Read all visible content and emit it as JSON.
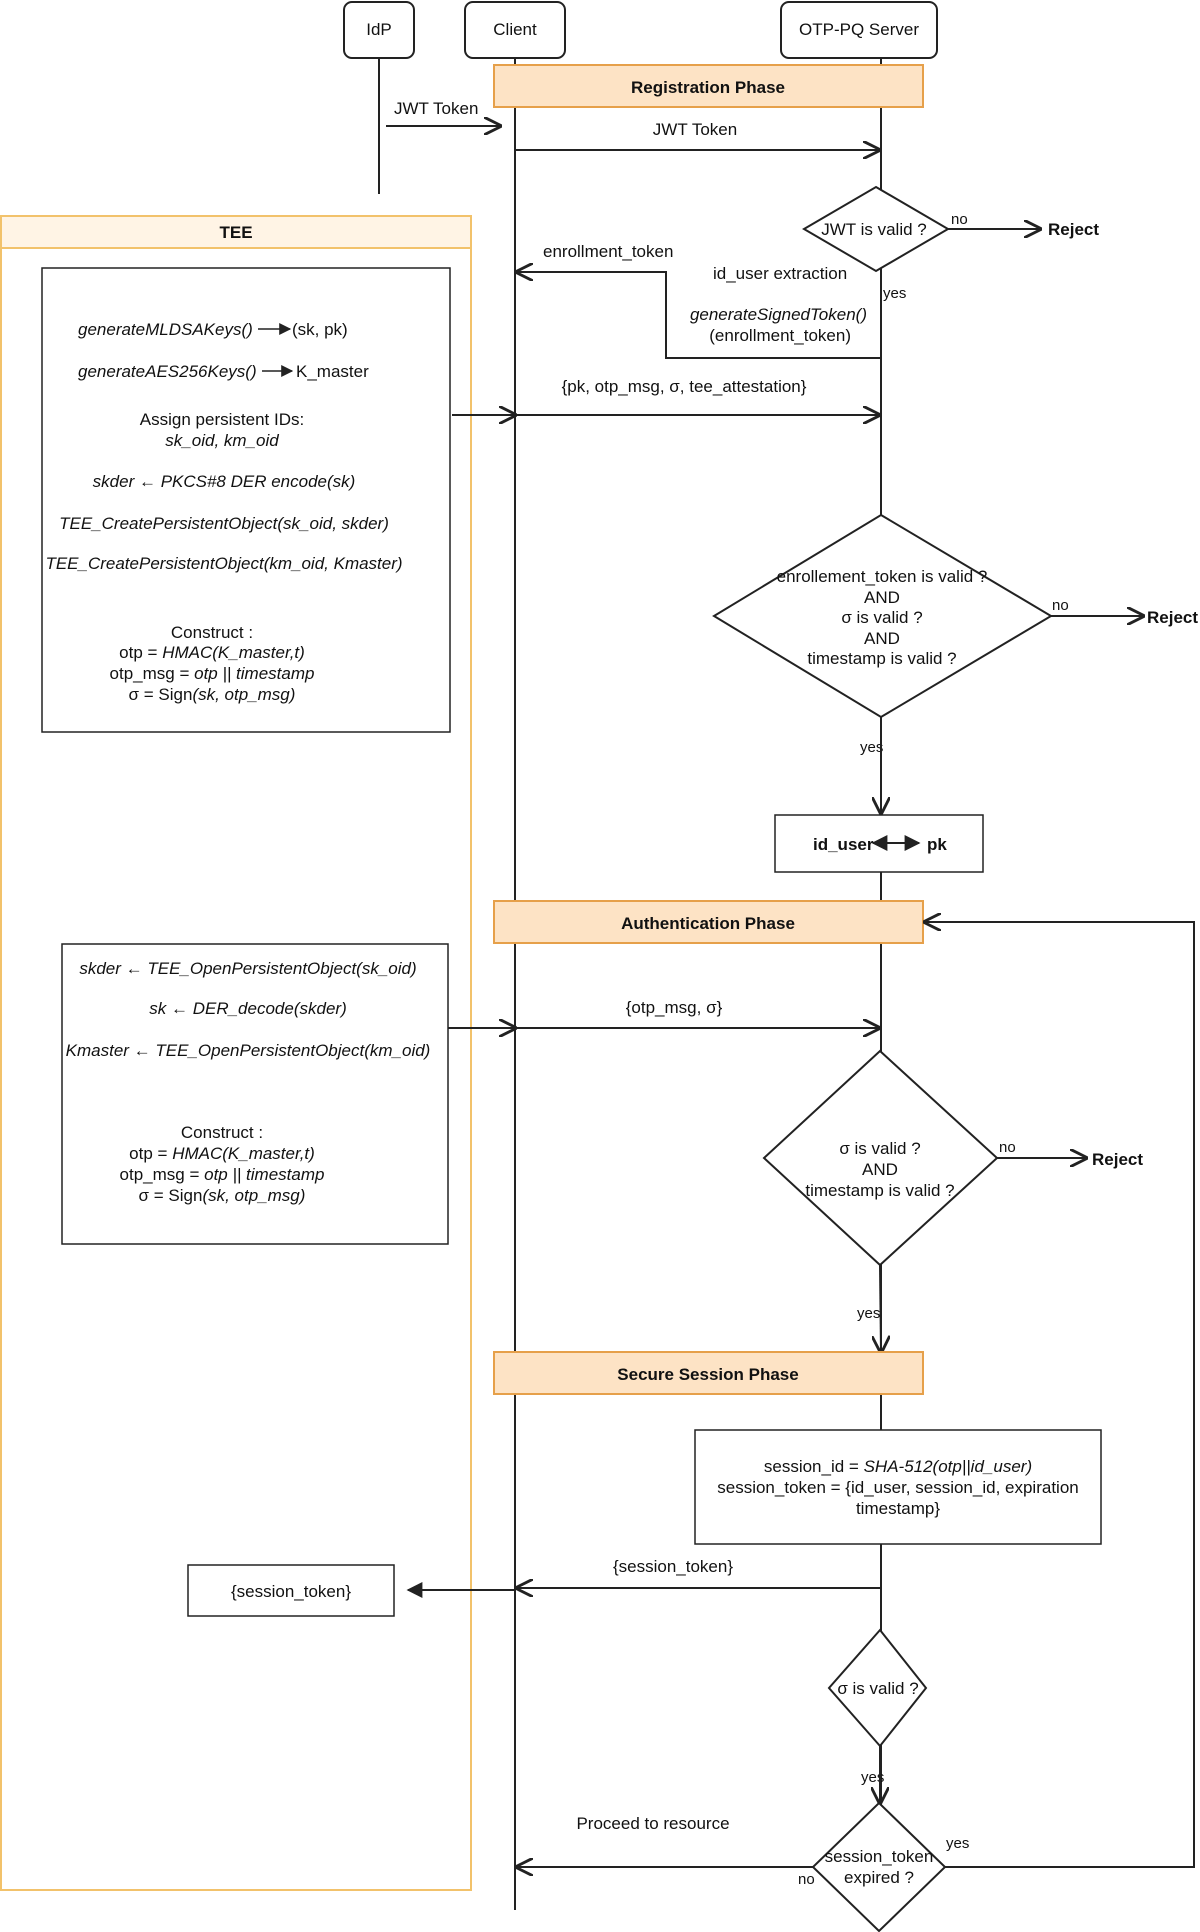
{
  "actors": {
    "idp": "IdP",
    "client": "Client",
    "server": "OTP-PQ Server"
  },
  "phases": {
    "registration": "Registration Phase",
    "authentication": "Authentication Phase",
    "secure_session": "Secure Session Phase"
  },
  "tee": {
    "title": "TEE",
    "registration_box": {
      "gen_mldsa": "generateMLDSAKeys()",
      "gen_mldsa_out": "(sk, pk)",
      "gen_aes": "generateAES256Keys()",
      "gen_aes_out": "K_master",
      "assign_ids": "Assign persistent IDs:",
      "ids": "sk_oid, km_oid",
      "skder_encode": "skder ← PKCS#8 DER encode(sk)",
      "create_sk": "TEE_CreatePersistentObject(sk_oid, skder)",
      "create_km": "TEE_CreatePersistentObject(km_oid, Kmaster)",
      "construct": "Construct :",
      "otp_a": "otp = ",
      "otp_b": "HMAC(K_master,t)",
      "otpmsg_a": "otp_msg = ",
      "otpmsg_b": "otp || timestamp",
      "sigma_a": "σ = Sign",
      "sigma_b": "(sk, otp_msg)"
    },
    "auth_box": {
      "open_sk": "skder ← TEE_OpenPersistentObject(sk_oid)",
      "decode": "sk ← DER_decode(skder)",
      "open_km": "Kmaster ← TEE_OpenPersistentObject(km_oid)",
      "construct": "Construct :",
      "otp_a": "otp = ",
      "otp_b": "HMAC(K_master,t)",
      "otpmsg_a": "otp_msg = ",
      "otpmsg_b": "otp || timestamp",
      "sigma_a": "σ = Sign",
      "sigma_b": "(sk, otp_msg)"
    },
    "session_box": "{session_token}"
  },
  "messages": {
    "jwt_idp": "JWT Token",
    "jwt_client": "JWT Token",
    "enrollment": "enrollment_token",
    "id_user_extraction": "id_user extraction",
    "gen_signed": "generateSignedToken()",
    "gen_signed_arg": "(enrollment_token)",
    "reg_payload": "{pk, otp_msg, σ, tee_attestation}",
    "auth_payload": "{otp_msg, σ}",
    "session_token": "{session_token}",
    "proceed": "Proceed to resource"
  },
  "decisions": {
    "jwt_valid": "JWT is valid ?",
    "reg_check": [
      "enrollement_token is valid ?",
      "AND",
      "σ is valid ?",
      "AND",
      "timestamp is valid ?"
    ],
    "auth_check": [
      "σ is valid ?",
      "AND",
      "timestamp is valid ?"
    ],
    "sigma_valid": "σ is valid ?",
    "session_expired": [
      "session_token",
      "expired ?"
    ]
  },
  "outcomes": {
    "reject": "Reject",
    "yes": "yes",
    "no": "no"
  },
  "mapping": {
    "left": "id_user",
    "right": "pk"
  },
  "session_info": {
    "line1_a": "session_id = ",
    "line1_b": "SHA-512(otp||id_user)",
    "line2": "session_token =  {id_user, session_id, expiration",
    "line3": "timestamp}"
  },
  "colors": {
    "phase_fill": "#fde3c5",
    "phase_stroke": "#e6a04a",
    "tee_border": "#f2c26b",
    "tee_header": "#fff4e5"
  }
}
